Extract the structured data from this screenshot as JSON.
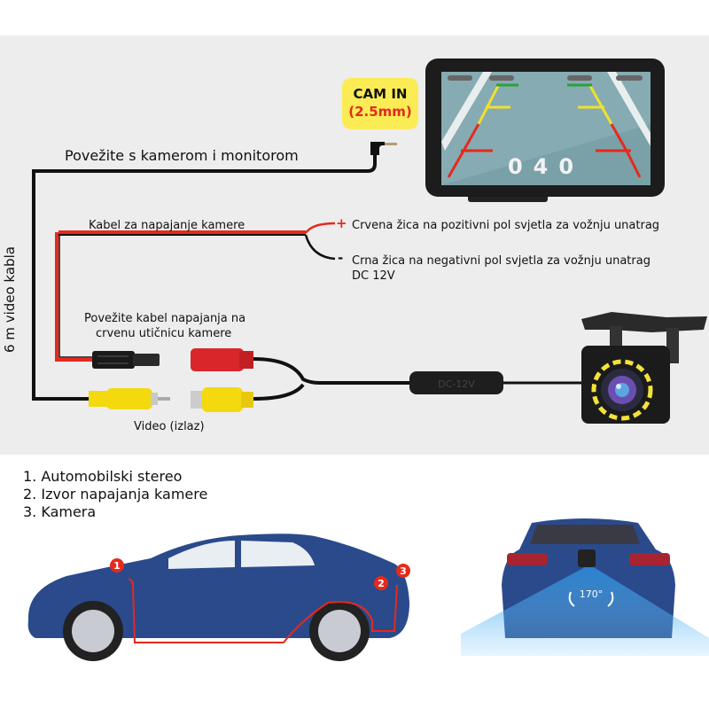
{
  "diagram": {
    "monitor": {
      "screen_distance_text": "040",
      "cam_in_label": "CAM IN",
      "cam_in_size": "(2.5mm)"
    },
    "labels": {
      "connect_camera_monitor": "Povežite s kamerom i monitorom",
      "power_cable": "Kabel za napajanje kamere",
      "red_wire": "Crvena žica na pozitivni pol svjetla za vožnju unatrag",
      "black_wire": "Crna žica na negativni pol svjetla za vožnju unatrag",
      "dc_voltage": "DC 12V",
      "plus_sign": "+",
      "minus_sign": "-",
      "cable_length": "6 m video kabla",
      "connect_power_line1": "Povežite kabel napajanja na",
      "connect_power_line2": "crvenu utičnicu kamere",
      "video_output": "Video (izlaz)",
      "inline_box_text": "DC-12V"
    },
    "colors": {
      "panel_bg": "#ededed",
      "badge_yellow": "#fbec55",
      "wire_red": "#e52a1c",
      "wire_black": "#111111",
      "connector_red": "#d9262a",
      "connector_yellow": "#f4d90f",
      "car_blue": "#2a4a8c",
      "route_red": "#e52a1c"
    }
  },
  "legend": {
    "items": [
      "1.  Automobilski stereo",
      "2. Izvor napajanja kamere",
      "3. Kamera"
    ]
  },
  "car_side": {
    "markers": [
      "1",
      "2",
      "3"
    ]
  },
  "car_rear": {
    "view_angle": "170°"
  }
}
